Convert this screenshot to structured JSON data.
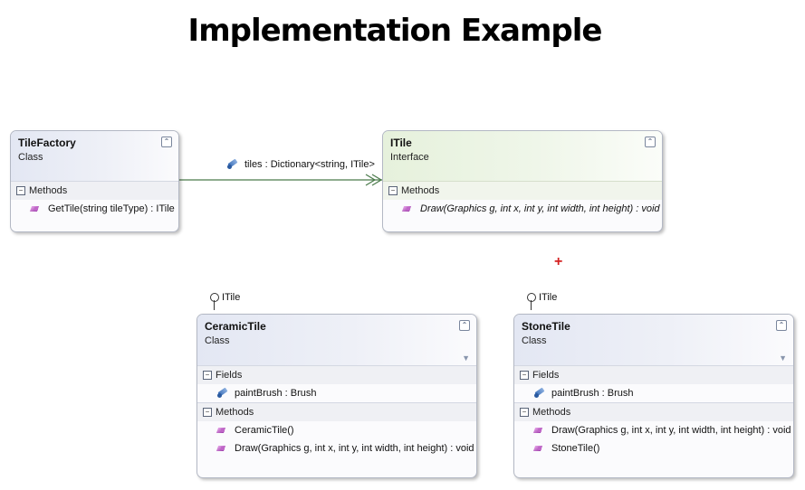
{
  "title": "Implementation Example",
  "classes": {
    "tile_factory": {
      "name": "TileFactory",
      "stereotype": "Class",
      "methods_label": "Methods",
      "methods": [
        "GetTile(string tileType) : ITile"
      ]
    },
    "itile": {
      "name": "ITile",
      "stereotype": "Interface",
      "methods_label": "Methods",
      "methods": [
        "Draw(Graphics g, int x, int y, int width, int height) : void"
      ]
    },
    "ceramic_tile": {
      "name": "CeramicTile",
      "stereotype": "Class",
      "implements": "ITile",
      "fields_label": "Fields",
      "fields": [
        "paintBrush : Brush"
      ],
      "methods_label": "Methods",
      "methods": [
        "CeramicTile()",
        "Draw(Graphics g, int x, int y, int width, int height) : void"
      ]
    },
    "stone_tile": {
      "name": "StoneTile",
      "stereotype": "Class",
      "implements": "ITile",
      "fields_label": "Fields",
      "fields": [
        "paintBrush : Brush"
      ],
      "methods_label": "Methods",
      "methods": [
        "Draw(Graphics g, int x, int y, int width, int height) : void",
        "StoneTile()"
      ]
    }
  },
  "association": {
    "label": "tiles : Dictionary<string, ITile>"
  },
  "marker": "+"
}
